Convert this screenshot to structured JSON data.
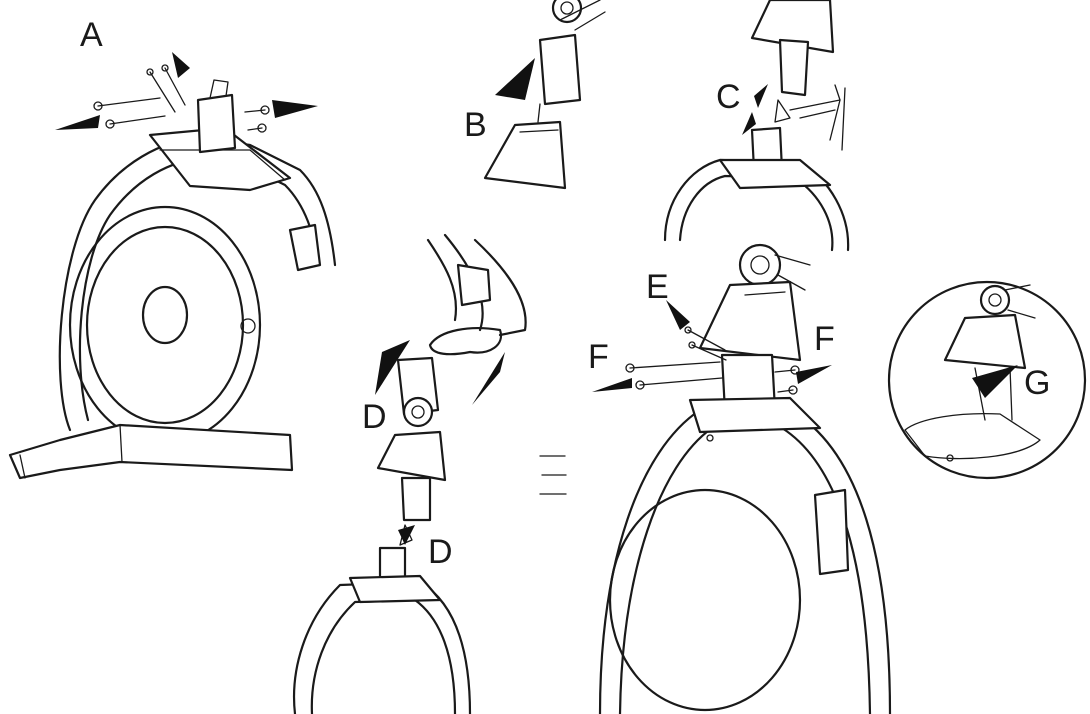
{
  "labels": {
    "a": "A",
    "b": "B",
    "c": "C",
    "d1": "D",
    "d2": "D",
    "e": "E",
    "f1": "F",
    "f2": "F",
    "g": "G"
  },
  "colors": {
    "line": "#1a1a1a",
    "arrow": "#111111",
    "background": "#ffffff"
  }
}
